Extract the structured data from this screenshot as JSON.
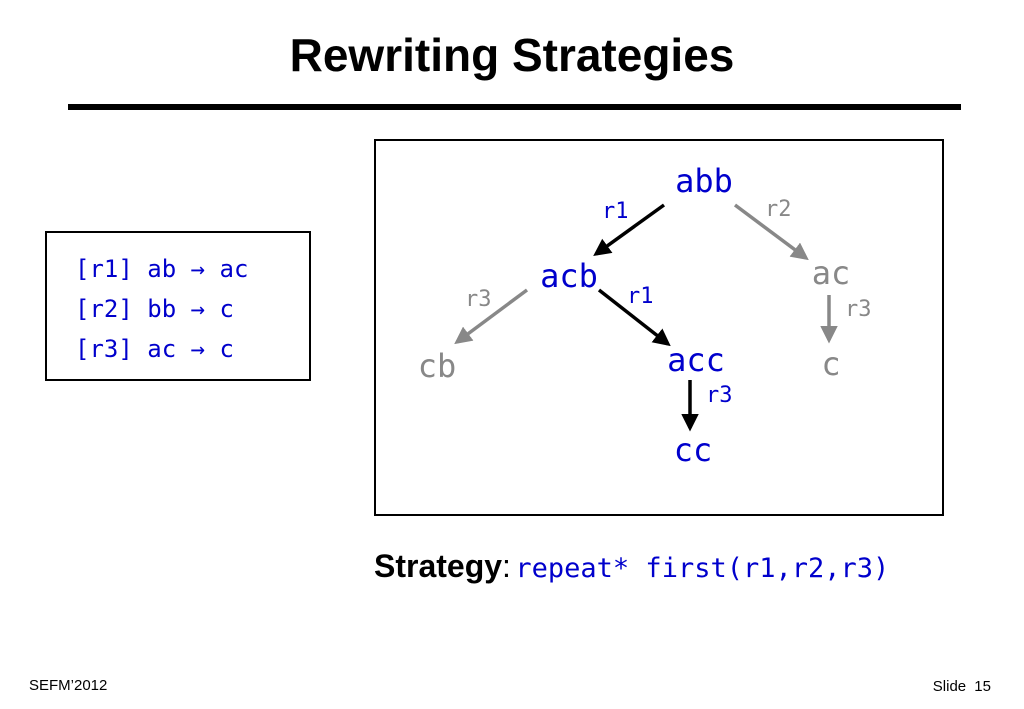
{
  "title": "Rewriting Strategies",
  "rules": [
    {
      "label": "[r1]",
      "lhs": "ab",
      "arrow": "→",
      "rhs": "ac"
    },
    {
      "label": "[r2]",
      "lhs": "bb",
      "arrow": "→",
      "rhs": "c"
    },
    {
      "label": "[r3]",
      "lhs": "ac",
      "arrow": "→",
      "rhs": "c"
    }
  ],
  "tree": {
    "nodes": [
      {
        "id": "abb",
        "text": "abb",
        "active": true
      },
      {
        "id": "acb",
        "text": "acb",
        "active": true
      },
      {
        "id": "ac",
        "text": "ac",
        "active": false
      },
      {
        "id": "cb",
        "text": "cb",
        "active": false
      },
      {
        "id": "acc",
        "text": "acc",
        "active": true
      },
      {
        "id": "c",
        "text": "c",
        "active": false
      },
      {
        "id": "cc",
        "text": "cc",
        "active": true
      }
    ],
    "edges": [
      {
        "from": "abb",
        "to": "acb",
        "label": "r1",
        "active": true
      },
      {
        "from": "abb",
        "to": "ac",
        "label": "r2",
        "active": false
      },
      {
        "from": "acb",
        "to": "cb",
        "label": "r3",
        "active": false
      },
      {
        "from": "acb",
        "to": "acc",
        "label": "r1",
        "active": true
      },
      {
        "from": "ac",
        "to": "c",
        "label": "r3",
        "active": false
      },
      {
        "from": "acc",
        "to": "cc",
        "label": "r3",
        "active": true
      }
    ],
    "colors": {
      "active_node": "#0000cc",
      "active_edge": "#000000",
      "inactive": "#888888"
    }
  },
  "strategy": {
    "keyword": "Strategy",
    "colon": ":",
    "code": "repeat* first(r1,r2,r3)"
  },
  "footer": {
    "left": "SEFM’2012",
    "right": "Slide  15"
  }
}
